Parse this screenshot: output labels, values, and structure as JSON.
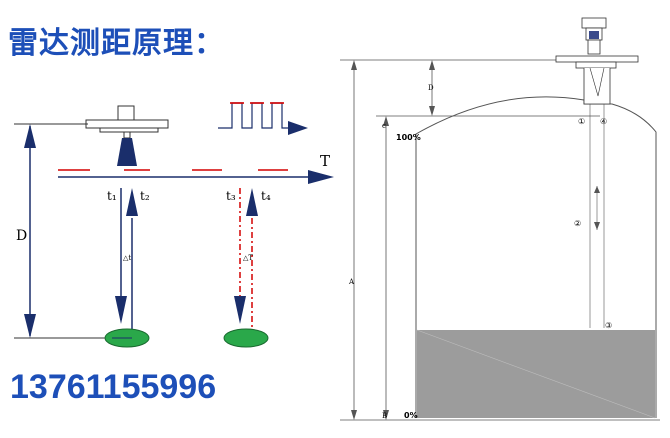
{
  "title": "雷达测距原理：",
  "phone": "13761155996",
  "left_diagram": {
    "time_axis_label": "T",
    "distance_label": "D",
    "t1": "t₁",
    "t2": "t₂",
    "t3": "t₃",
    "t4": "t₄",
    "delta_t_1": "△t",
    "delta_t_2": "△T",
    "colors": {
      "arrow": "#1a2e6b",
      "pulse": "#d40000",
      "target": "#2aa84a"
    }
  },
  "right_diagram": {
    "label_d": "D",
    "label_c": "c",
    "label_a": "A",
    "label_b": "B",
    "label_100": "100%",
    "label_0": "0%",
    "label_1": "①",
    "label_4": "④",
    "label_2": "②",
    "label_3": "③",
    "colors": {
      "liquid": "#9c9c9c",
      "tank_line": "#555555"
    }
  }
}
